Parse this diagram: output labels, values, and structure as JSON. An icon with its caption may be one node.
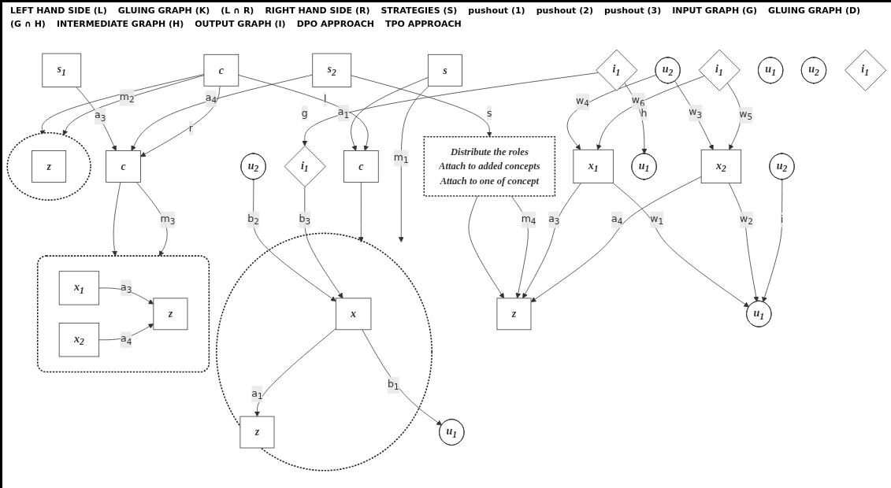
{
  "diagram": {
    "nodes": [
      {
        "text": [
          "c"
        ]
      },
      {
        "text": [
          "s"
        ]
      },
      {
        "text": [
          "c"
        ]
      },
      {
        "text": [
          "c"
        ]
      },
      {
        "text": [
          "s$_{1}$"
        ]
      },
      {
        "text": [
          "s$_{2}$"
        ]
      },
      {
        "text": [
          "Distribute the roles",
          "Attach to added concepts",
          "Attach to one of concept"
        ]
      },
      {
        "text": [],
        "shape": "circle"
      },
      {
        "text": [
          "z"
        ],
        "in": 7
      },
      {
        "text": [
          "x"
        ],
        "in": 7
      },
      {
        "text": [
          "u$_{1}$"
        ]
      },
      {
        "text": [
          "u$_{2}$"
        ]
      },
      {
        "text": [
          "i$_{1}$"
        ]
      },
      {
        "text": [],
        "shape": "circle"
      },
      {
        "text": [
          "z"
        ],
        "in": 13
      },
      {
        "text": [
          "u$_{1}$"
        ]
      },
      {
        "text": [
          "u$_{2}$"
        ]
      },
      {
        "text": [
          "i$_{1}$"
        ]
      },
      {
        "text": [],
        "shape": "box"
      },
      {
        "text": [
          "z"
        ],
        "in": 18
      },
      {
        "text": [
          "x$_{1}$"
        ],
        "in": 18
      },
      {
        "text": [
          "x$_{2}$"
        ],
        "in": 18
      },
      {
        "text": [
          "u$_{1}$"
        ]
      },
      {
        "text": [
          "i$_{1}$"
        ]
      },
      {
        "text": [
          "u$_{2}$"
        ]
      },
      {
        "text": [
          "z"
        ]
      },
      {
        "text": [
          "x$_{1}$"
        ]
      },
      {
        "text": [
          "x$_{2}$"
        ]
      },
      {
        "text": [
          "u$_{1}$"
        ]
      },
      {
        "text": [
          "i$_{1}$"
        ]
      },
      {
        "text": [
          "u$_{2}$"
        ]
      }
    ],
    "edges": [
      {
        "from": 1,
        "to": 0,
        "label": "a$_{1}$",
        "arrow": "to"
      },
      {
        "from": 4,
        "to": 3,
        "label": "a$_{3}$",
        "arrow": "to"
      },
      {
        "from": 5,
        "to": 3,
        "label": "a$_{4}$",
        "arrow": "to"
      },
      {
        "from": 2,
        "to": 0,
        "label": "l",
        "arrow": "to"
      },
      {
        "from": 2,
        "to": 3,
        "label": "r",
        "arrow": "to"
      },
      {
        "from": 5,
        "to": 6,
        "label": "s",
        "arrow": "to"
      },
      {
        "from": 0,
        "to": 7,
        "arrow": "to"
      },
      {
        "from": 1,
        "to": 7,
        "label": "m$_{1}$",
        "arrow": "to"
      },
      {
        "from": 2,
        "to": 13,
        "arrow": "to"
      },
      {
        "from": 2,
        "to": 13,
        "label": "m$_{2}$",
        "arrow": "to"
      },
      {
        "from": 3,
        "to": 18,
        "arrow": "to"
      },
      {
        "from": 3,
        "to": 18,
        "label": "m$_{3}$",
        "arrow": "to"
      },
      {
        "from": 6,
        "to": 25,
        "arrow": "to"
      },
      {
        "from": 6,
        "to": 25,
        "label": "m$_{4}$",
        "arrow": "to"
      },
      {
        "from": 9,
        "to": 8,
        "label": "a$_{1}$",
        "arrow": "to"
      },
      {
        "from": 9,
        "to": 10,
        "label": "b$_{1}$",
        "arrow": "to"
      },
      {
        "from": 11,
        "to": 9,
        "label": "b$_{2}$",
        "arrow": "to"
      },
      {
        "from": 12,
        "to": 9,
        "label": "b$_{3}$",
        "arrow": "to"
      },
      {
        "from": 20,
        "to": 19,
        "label": "a$_{3}$",
        "arrow": "to"
      },
      {
        "from": 21,
        "to": 19,
        "label": "a$_{4}$",
        "arrow": "to"
      },
      {
        "from": 26,
        "to": 25,
        "label": "a$_{3}$",
        "arrow": "to"
      },
      {
        "from": 27,
        "to": 25,
        "label": "a$_{4}$",
        "arrow": "to"
      },
      {
        "from": 26,
        "to": 28,
        "label": "w$_{1}$",
        "arrow": "to"
      },
      {
        "from": 27,
        "to": 28,
        "label": "w$_{2}$",
        "arrow": "to"
      },
      {
        "from": 30,
        "to": 27,
        "label": "w$_{3}$",
        "arrow": "to"
      },
      {
        "from": 30,
        "to": 26,
        "label": "w$_{4}$",
        "arrow": "to"
      },
      {
        "from": 29,
        "to": 27,
        "label": "w$_{5}$",
        "arrow": "to"
      },
      {
        "from": 29,
        "to": 26,
        "label": "w$_{6}$",
        "arrow": "to"
      },
      {
        "from": 17,
        "to": 12,
        "label": "g",
        "arrow": "to"
      },
      {
        "from": 17,
        "to": 22,
        "label": "h",
        "arrow": "to"
      },
      {
        "from": 24,
        "to": 28,
        "label": "i",
        "arrow": "to"
      }
    ],
    "labels": [
      "LEFT HAND SIDE (L)",
      "GLUING GRAPH (K)",
      "(L ∩ R)",
      "RIGHT HAND SIDE (R)",
      "STRATEGIES (S)",
      "pushout (1)",
      "pushout (2)",
      "pushout (3)",
      "INPUT GRAPH (G)",
      "GLUING GRAPH (D)",
      "(G ∩ H)",
      "INTERMEDIATE GRAPH (H)",
      "OUTPUT GRAPH (I)",
      "DPO APPROACH",
      "TPO APPROACH"
    ]
  }
}
